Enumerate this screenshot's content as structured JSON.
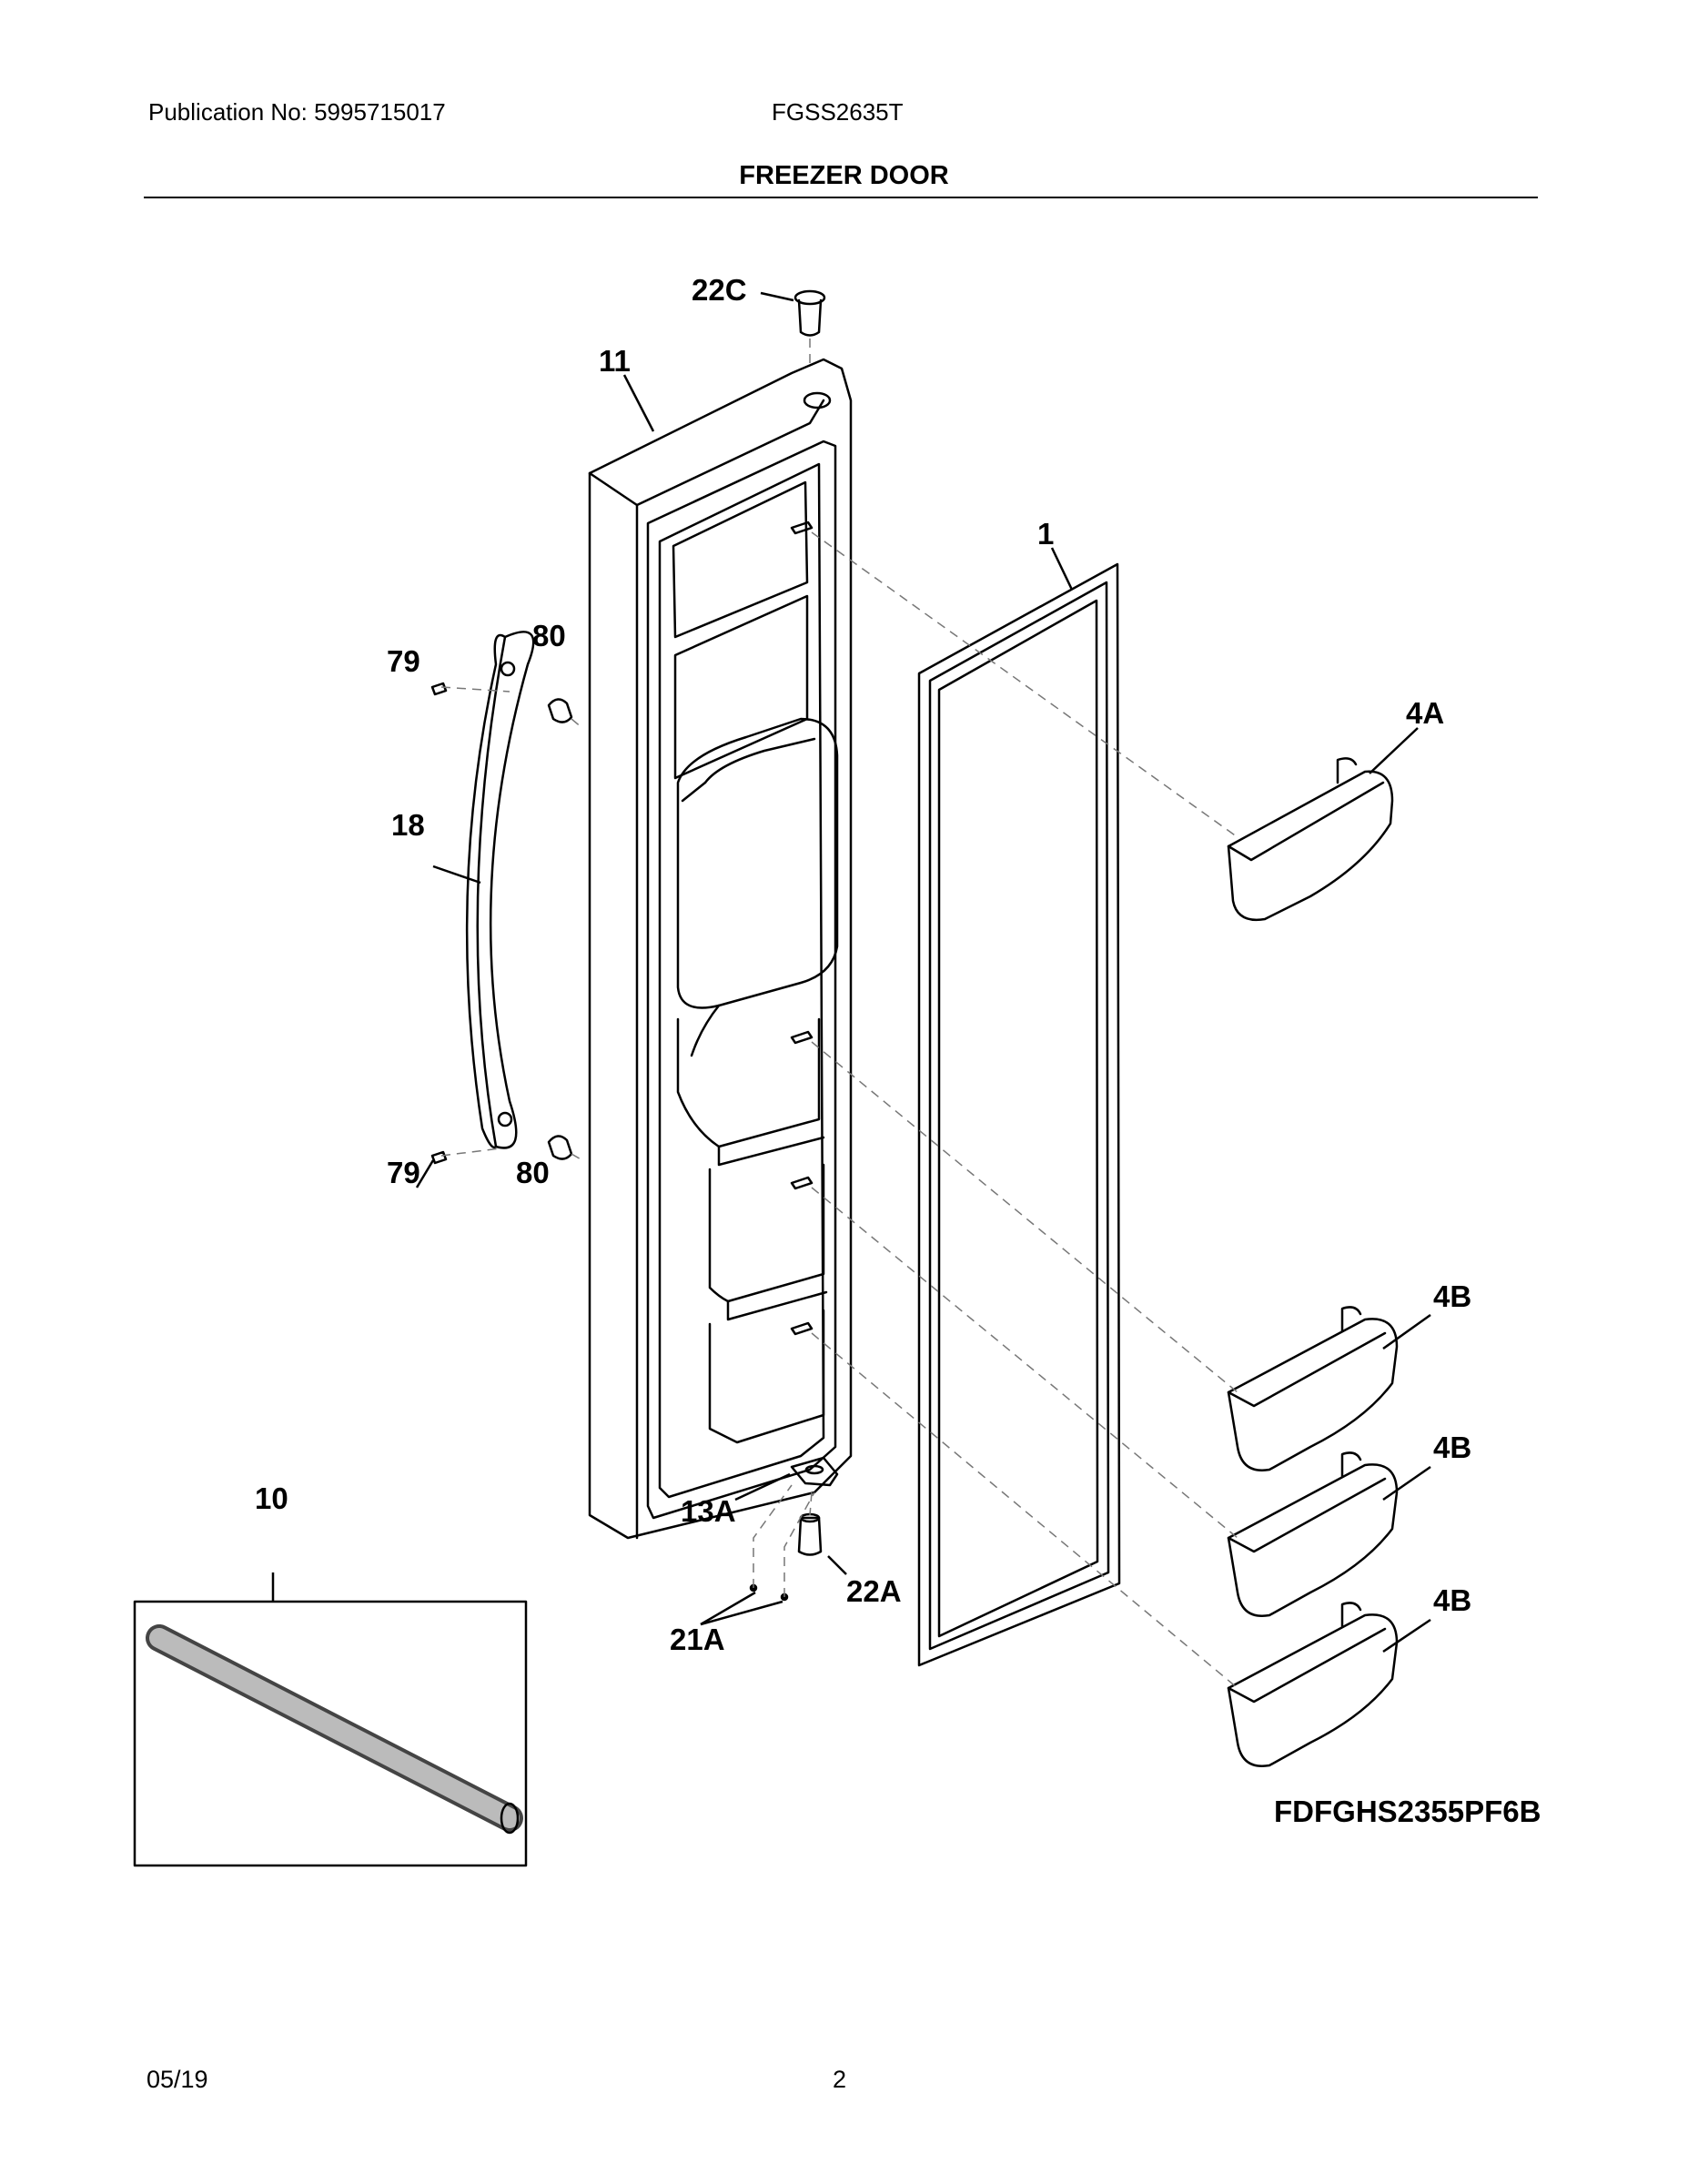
{
  "header": {
    "publication": "Publication No: 5995715017",
    "model": "FGSS2635T",
    "title": "FREEZER DOOR"
  },
  "footer": {
    "date": "05/19",
    "page": "2"
  },
  "diagram": {
    "figure_code": "FDFGHS2355PF6B",
    "callouts": {
      "c22C": "22C",
      "c11": "11",
      "c1": "1",
      "c79a": "79",
      "c80a": "80",
      "c4A": "4A",
      "c18": "18",
      "c79b": "79",
      "c80b": "80",
      "c4B1": "4B",
      "c10": "10",
      "c13A": "13A",
      "c4B2": "4B",
      "c22A": "22A",
      "c21A": "21A",
      "c4B3": "4B"
    }
  }
}
